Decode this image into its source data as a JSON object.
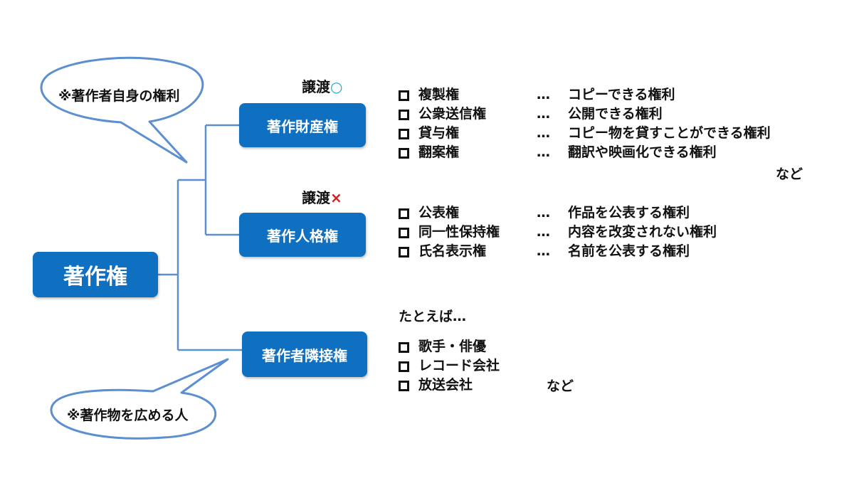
{
  "root": {
    "label": "著作権"
  },
  "branches": {
    "property": {
      "label": "著作財産権",
      "transfer_label": "譲渡",
      "transfer_mark": "○",
      "items": [
        {
          "term": "複製権",
          "sep": "…",
          "desc": "コピーできる権利"
        },
        {
          "term": "公衆送信権",
          "sep": "…",
          "desc": "公開できる権利"
        },
        {
          "term": "貸与権",
          "sep": "…",
          "desc": "コピー物を貸すことができる権利"
        },
        {
          "term": "翻案権",
          "sep": "…",
          "desc": "翻訳や映画化できる権利"
        }
      ],
      "etc": "など"
    },
    "personal": {
      "label": "著作人格権",
      "transfer_label": "譲渡",
      "transfer_mark": "×",
      "items": [
        {
          "term": "公表権",
          "sep": "…",
          "desc": "作品を公表する権利"
        },
        {
          "term": "同一性保持権",
          "sep": "…",
          "desc": "内容を改変されない権利"
        },
        {
          "term": "氏名表示権",
          "sep": "…",
          "desc": "名前を公表する権利"
        }
      ]
    },
    "neighboring": {
      "label": "著作者隣接権",
      "intro": "たとえば…",
      "items": [
        {
          "term": "歌手・俳優"
        },
        {
          "term": "レコード会社"
        },
        {
          "term": "放送会社"
        }
      ],
      "etc": "など"
    }
  },
  "callouts": {
    "top": "※著作者自身の権利",
    "bottom": "※著作物を広める人"
  },
  "colors": {
    "node_fill": "#0f6fc0",
    "connector": "#5b8fd0",
    "callout_border": "#5b8fd0",
    "ok_mark": "#1aa7d8",
    "ng_mark": "#e01818"
  }
}
